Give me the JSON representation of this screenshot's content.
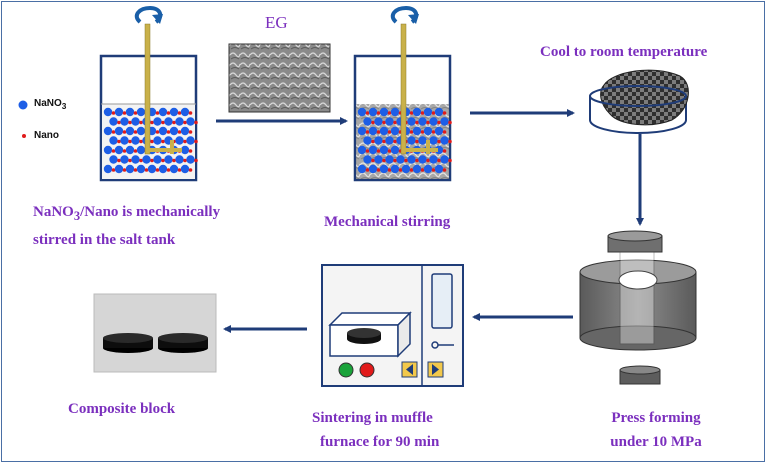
{
  "eg_label": "EG",
  "legend": {
    "nano3_base": "NaNO",
    "nano3_sub": "3",
    "nano": "Nano"
  },
  "steps": {
    "tank_line1_pre": "NaNO",
    "tank_line1_sub": "3",
    "tank_line1_post": "/Nano  is mechanically",
    "tank_line2": "stirred in the salt tank",
    "stirring": "Mechanical stirring",
    "cool": "Cool to room temperature",
    "press_line1": "Press forming",
    "press_line2": "under 10 MPa",
    "sinter_line1": "Sintering in muffle",
    "sinter_line2": "furnace for 90 min",
    "composite": "Composite block"
  },
  "colors": {
    "label_purple": "#7b2fbe",
    "arrow_navy": "#1f3c78",
    "nano3_blue": "#1d5ee6",
    "nano_red": "#e01b1b",
    "rod_gold": "#c9b14a"
  }
}
